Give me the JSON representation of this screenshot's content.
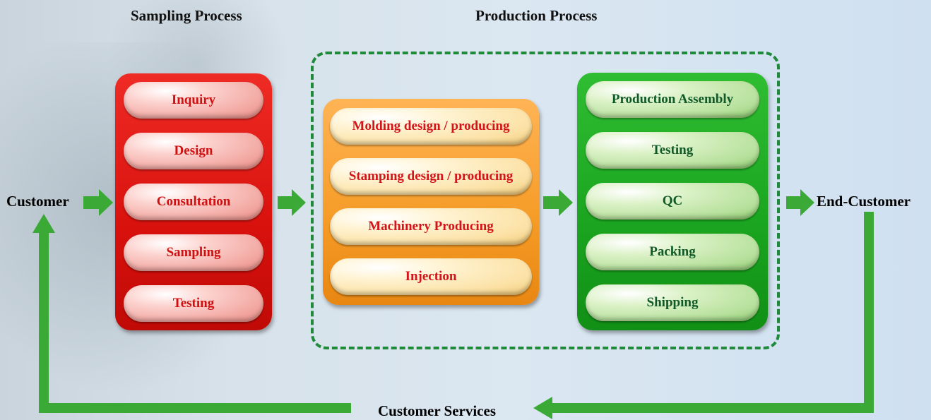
{
  "headings": {
    "sampling": "Sampling Process",
    "production": "Production Process"
  },
  "labels": {
    "customer": "Customer",
    "end_customer": "End-Customer",
    "customer_services": "Customer Services"
  },
  "sampling_steps": [
    "Inquiry",
    "Design",
    "Consultation",
    "Sampling",
    "Testing"
  ],
  "production_steps": [
    "Molding design / producing",
    "Stamping design / producing",
    "Machinery Producing",
    "Injection"
  ],
  "final_steps": [
    "Production Assembly",
    "Testing",
    "QC",
    "Packing",
    "Shipping"
  ],
  "colors": {
    "arrow": "#3aa935",
    "sampling_panel": "#e01a14",
    "production_panel": "#f59b26",
    "final_panel": "#1aa41f",
    "dashed_border": "#1f8a3a"
  }
}
